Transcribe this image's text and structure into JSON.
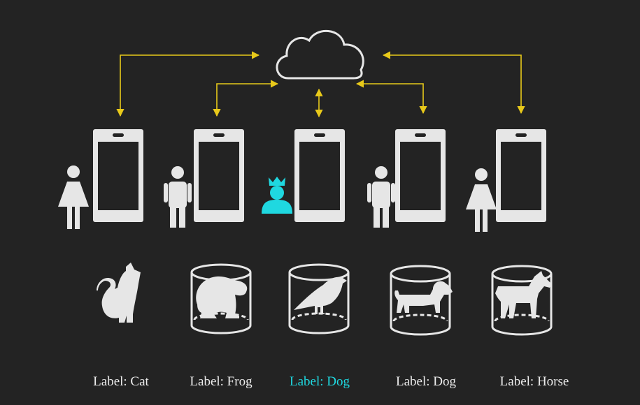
{
  "colors": {
    "background": "#232323",
    "icon": "#e6e6e6",
    "arrow": "#e8c91a",
    "highlight": "#1fd8e0"
  },
  "icons": {
    "server": "cloud-icon",
    "devices": "phone-icon",
    "users": [
      "woman-icon",
      "man-icon",
      "queen-icon",
      "man-icon",
      "woman-icon"
    ],
    "samples": [
      "cat-icon",
      "frog-icon",
      "bird-icon",
      "dog-icon",
      "horse-icon"
    ]
  },
  "labels": [
    {
      "text": "Label: Cat",
      "highlight": false
    },
    {
      "text": "Label: Frog",
      "highlight": false
    },
    {
      "text": "Label: Dog",
      "highlight": true
    },
    {
      "text": "Label: Dog",
      "highlight": false
    },
    {
      "text": "Label: Horse",
      "highlight": false
    }
  ]
}
